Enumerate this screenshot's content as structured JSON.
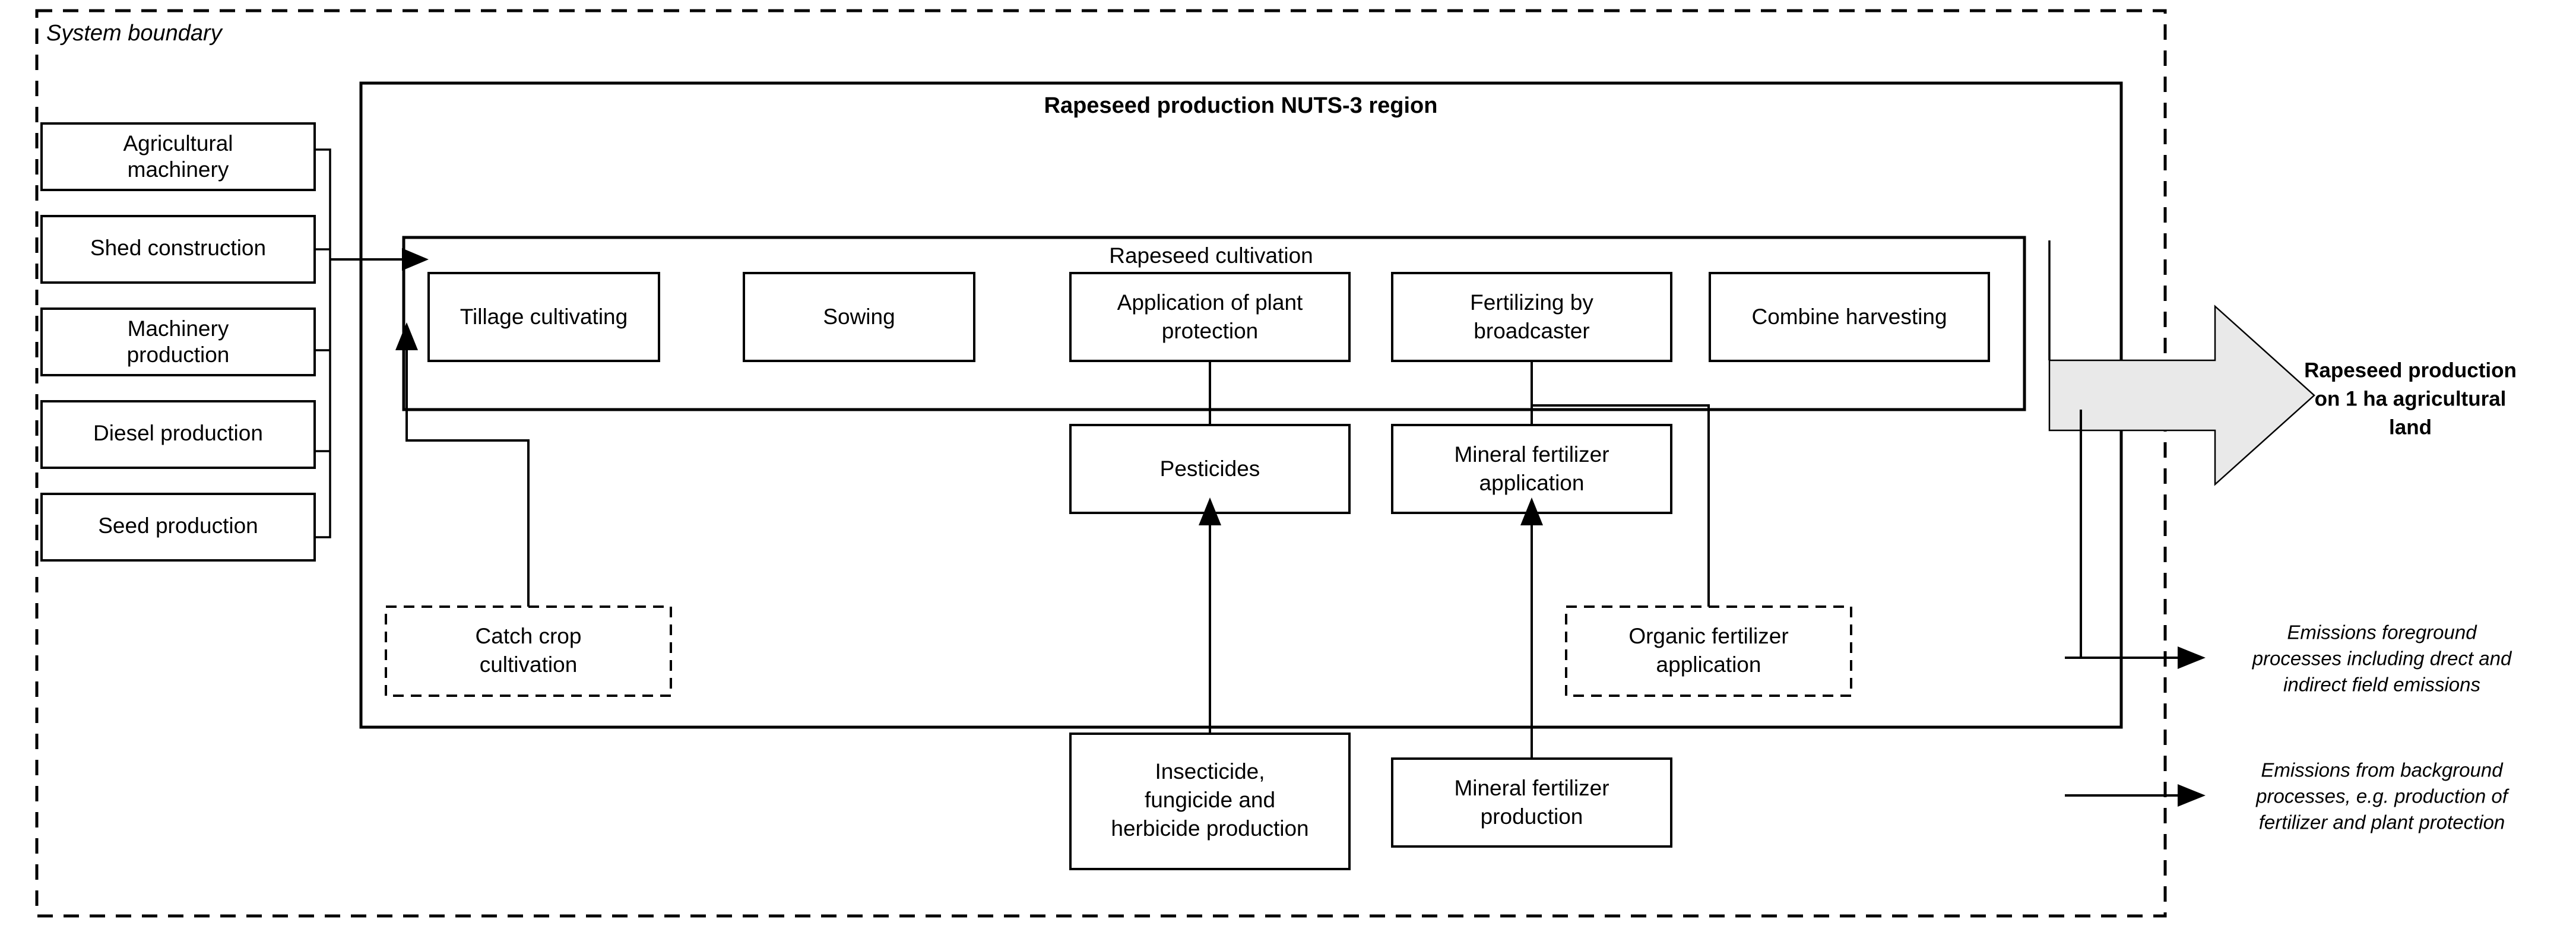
{
  "diagram": {
    "boundary_label": "System boundary",
    "region_title": "Rapeseed production NUTS-3 region",
    "cultivation_group_label": "Rapeseed cultivation",
    "background_inputs": [
      {
        "label_line1": "Agricultural",
        "label_line2": "machinery"
      },
      {
        "label_line1": "Shed construction",
        "label_line2": ""
      },
      {
        "label_line1": "Machinery",
        "label_line2": "production"
      },
      {
        "label_line1": "Diesel production",
        "label_line2": ""
      },
      {
        "label_line1": "Seed production",
        "label_line2": ""
      }
    ],
    "cultivation_steps": [
      {
        "label_line1": "Tillage cultivating",
        "label_line2": ""
      },
      {
        "label_line1": "Sowing",
        "label_line2": ""
      },
      {
        "label_line1": "Application of plant",
        "label_line2": "protection"
      },
      {
        "label_line1": "Fertilizing by",
        "label_line2": "broadcaster"
      },
      {
        "label_line1": "Combine harvesting",
        "label_line2": ""
      }
    ],
    "intermediate_nodes": [
      {
        "label_line1": "Pesticides",
        "label_line2": ""
      },
      {
        "label_line1": "Mineral fertilizer",
        "label_line2": "application"
      }
    ],
    "optional_nodes": [
      {
        "label_line1": "Catch crop",
        "label_line2": "cultivation"
      },
      {
        "label_line1": "Organic fertilizer",
        "label_line2": "application"
      }
    ],
    "upstream_nodes": [
      {
        "label_line1": "Insecticide,",
        "label_line2": "fungicide and",
        "label_line3": "herbicide production"
      },
      {
        "label_line1": "Mineral fertilizer",
        "label_line2": "production",
        "label_line3": ""
      }
    ],
    "outputs": [
      {
        "style": "bold",
        "line1": "Rapeseed production",
        "line2": "on  1 ha agricultural",
        "line3": "land"
      },
      {
        "style": "italic",
        "line1": "Emissions foreground",
        "line2": "processes including drect and",
        "line3": "indirect field emissions"
      },
      {
        "style": "italic",
        "line1": "Emissions from background",
        "line2": "processes, e.g. production of",
        "line3": "fertilizer and plant protection"
      }
    ],
    "colors": {
      "line": "#000000",
      "box_fill": "#ffffff",
      "arrow_fill": "#e9e9e9",
      "page_background": "#ffffff"
    }
  }
}
